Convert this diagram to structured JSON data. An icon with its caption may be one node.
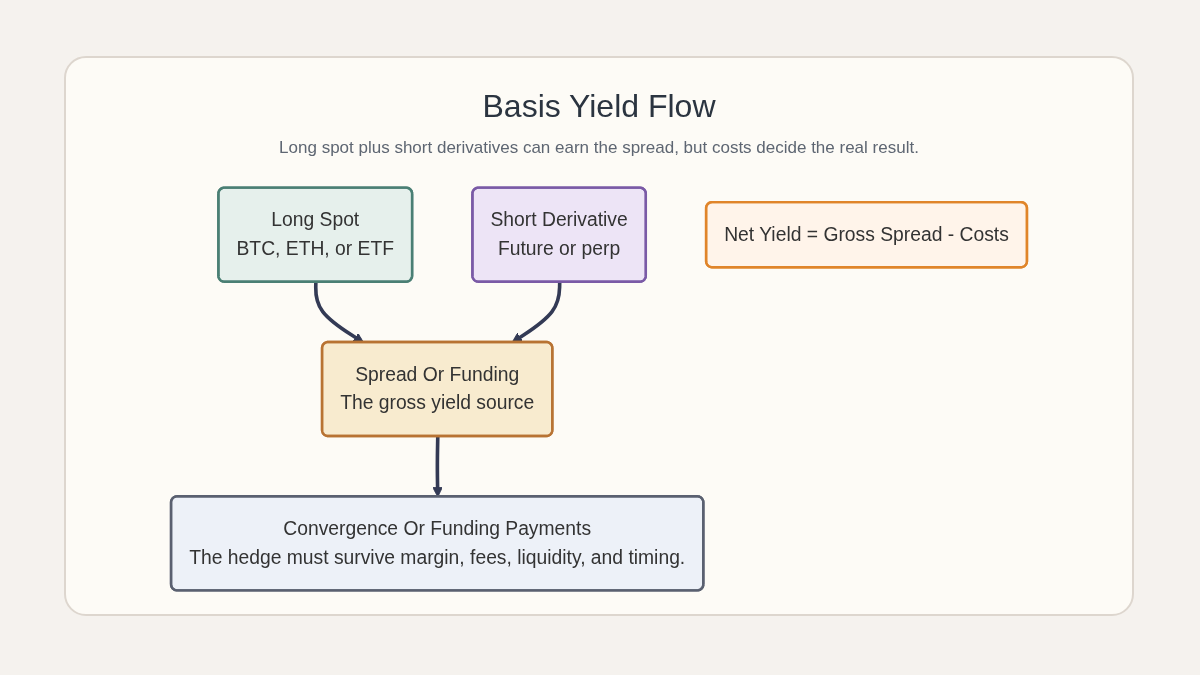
{
  "diagram": {
    "title": "Basis Yield Flow",
    "nodes": [
      {
        "text": [
          "Long Spot",
          "BTC, ETH, or ETF"
        ]
      },
      {
        "text": [
          "Spread Or Funding",
          "The gross yield source"
        ]
      },
      {
        "text": [
          "Short Derivative",
          "Future or perp"
        ]
      },
      {
        "text": [
          "Convergence Or Funding Payments",
          "The hedge must survive margin, fees, liquidity, and timing."
        ]
      },
      {
        "text": [
          "Net Yield = Gross Spread - Costs"
        ]
      }
    ],
    "edges": [
      {
        "from": 0,
        "to": 1,
        "arrow": "to"
      },
      {
        "from": 2,
        "to": 1,
        "arrow": "to"
      },
      {
        "from": 1,
        "to": 3,
        "arrow": "to"
      }
    ],
    "labels": [
      "Long spot plus short derivatives can earn the spread, but costs decide the real result."
    ]
  }
}
